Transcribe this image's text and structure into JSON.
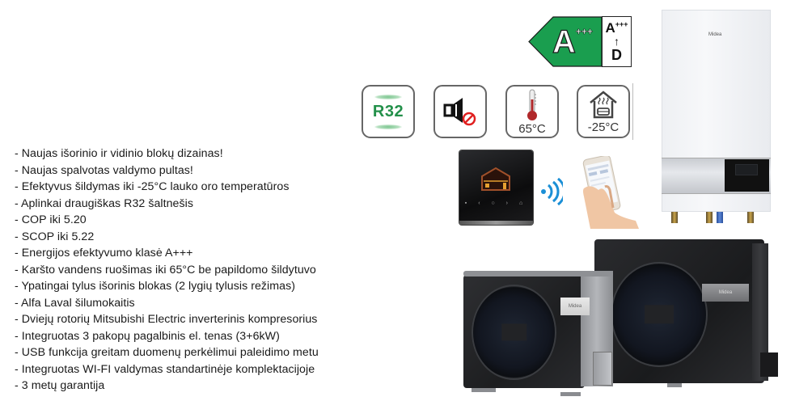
{
  "features": [
    "- Naujas išorinio ir vidinio blokų dizainas!",
    "- Naujas spalvotas valdymo pultas!",
    "- Efektyvus šildymas iki -25°C lauko oro temperatūros",
    "- Aplinkai draugiškas R32 šaltnešis",
    "- COP iki 5.20",
    "- SCOP iki 5.22",
    "- Energijos efektyvumo klasė A+++",
    "- Karšto vandens ruošimas iki 65°C be papildomo šildytuvo",
    "- Ypatingai tylus išorinis blokas (2 lygių tylusis režimas)",
    "- Alfa Laval šilumokaitis",
    "- Dviejų rotorių Mitsubishi Electric inverterinis kompresorius",
    "- Integruotas 3 pakopų pagalbinis el. tenas (3+6kW)",
    "- USB funkcija greitam duomenų perkėlimui paleidimo metu",
    "- Integruotas WI-FI valdymas standartinėje komplektacijoje",
    "- 3 metų garantija"
  ],
  "energy_label": {
    "class_letter": "A",
    "class_plus": "+++",
    "scale_top_letter": "A",
    "scale_top_plus": "+++",
    "scale_arrow": "↑",
    "scale_bottom": "D",
    "color": "#1a9e4f"
  },
  "icons": [
    {
      "name": "r32-refrigerant-icon",
      "label": "R32"
    },
    {
      "name": "silent-mode-icon",
      "label": ""
    },
    {
      "name": "thermometer-icon",
      "label": "65°C"
    },
    {
      "name": "outdoor-heating-icon",
      "label": "-25°C"
    }
  ],
  "brand": {
    "logo_text": "Midea"
  },
  "colors": {
    "text": "#1a1a1a",
    "r32_green": "#23904a",
    "wifi_blue": "#1b8fd6",
    "silent_red": "#e02020",
    "thermo_red": "#b0282a"
  }
}
